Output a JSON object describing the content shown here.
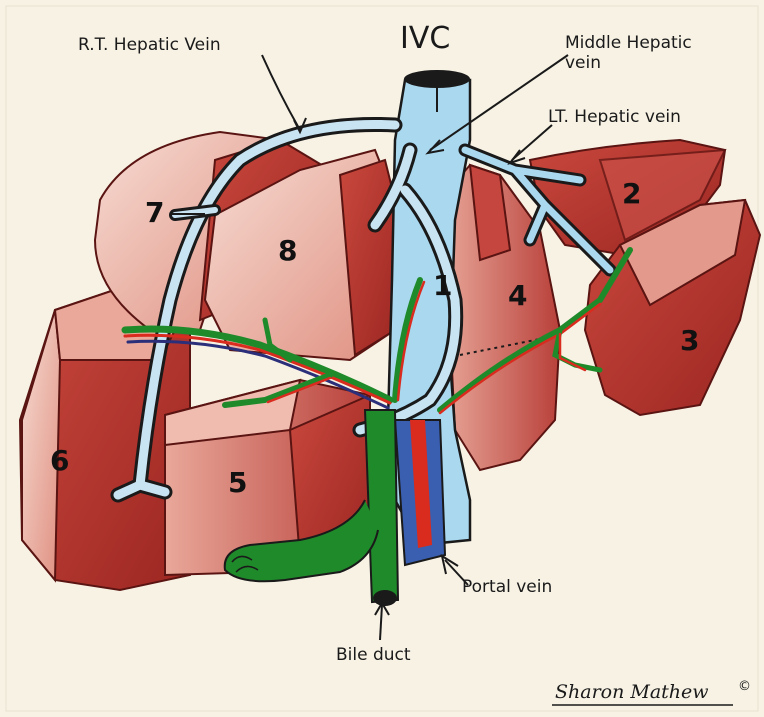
{
  "labels": {
    "ivc": "IVC",
    "rt_hepatic_vein": "R.T. Hepatic Vein",
    "middle_hepatic_vein": "Middle Hepatic vein",
    "lt_hepatic_vein": "LT. Hepatic vein",
    "portal_vein": "Portal vein",
    "bile_duct": "Bile duct"
  },
  "segments": [
    "1",
    "2",
    "3",
    "4",
    "5",
    "6",
    "7",
    "8"
  ],
  "signature": "Sharon Mathew",
  "copyright_symbol": "©",
  "colors": {
    "background": "#f7f2e4",
    "liver_dark": "#b3302c",
    "liver_light": "#f3cfc4",
    "vein_blue": "#a9d8ef",
    "portal_blue": "#3a5fb0",
    "artery_red": "#d92b1e",
    "bile_green": "#1f8a2a"
  }
}
